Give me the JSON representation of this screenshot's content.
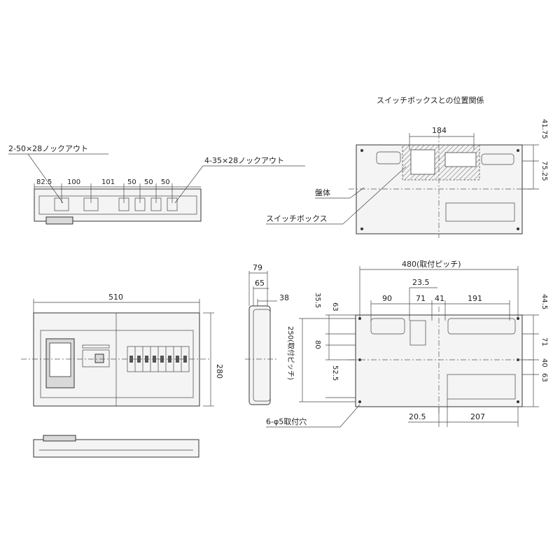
{
  "labels": {
    "relation_title": "スイッチボックスとの位置関係",
    "knockout_left": "2-50×28ノックアウト",
    "knockout_right": "4-35×28ノックアウト",
    "body": "盤体",
    "switch_box": "スイッチボックス",
    "mount_holes": "6-φ5取付穴"
  },
  "dims": {
    "d82_5": "82.5",
    "d100": "100",
    "d101": "101",
    "d50a": "50",
    "d50b": "50",
    "d50c": "50",
    "d184": "184",
    "d41_75": "41.75",
    "d75_25": "75.25",
    "d510": "510",
    "d280": "280",
    "d79": "79",
    "d65": "65",
    "d38": "38",
    "d480": "480(取付ピッチ)",
    "d23_5": "23.5",
    "d90": "90",
    "d71": "71",
    "d41": "41",
    "d191": "191",
    "d44_5": "44.5",
    "d71b": "71",
    "d40": "40",
    "d63b": "63",
    "d35_5": "35.5",
    "d63": "63",
    "d80": "80",
    "d52_5": "52.5",
    "d250": "250(取付ピッチ)",
    "d20_5": "20.5",
    "d207": "207"
  }
}
